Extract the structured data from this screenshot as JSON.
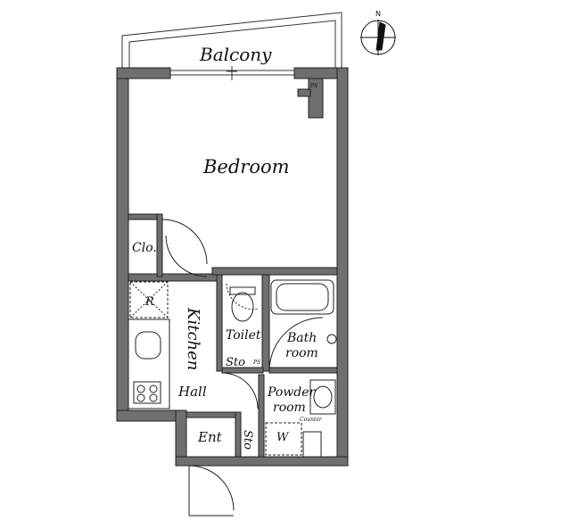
{
  "labels": {
    "balcony": "Balcony",
    "bedroom": "Bedroom",
    "closet": "Clo.",
    "refrigerator": "R",
    "kitchen": "Kitchen",
    "hall": "Hall",
    "toilet": "Toilet",
    "storage_1": "Sto",
    "pipe_space_1": "PS",
    "pipe_space_2": "PS",
    "bath_line1": "Bath",
    "bath_line2": "room",
    "powder_line1": "Powder",
    "powder_line2": "room",
    "counter": "Counter",
    "washer": "W",
    "entrance": "Ent",
    "storage_2": "Sto"
  },
  "compass": {
    "north": "N"
  },
  "colors": {
    "wall": "#6f6f6f",
    "line": "#222222"
  }
}
